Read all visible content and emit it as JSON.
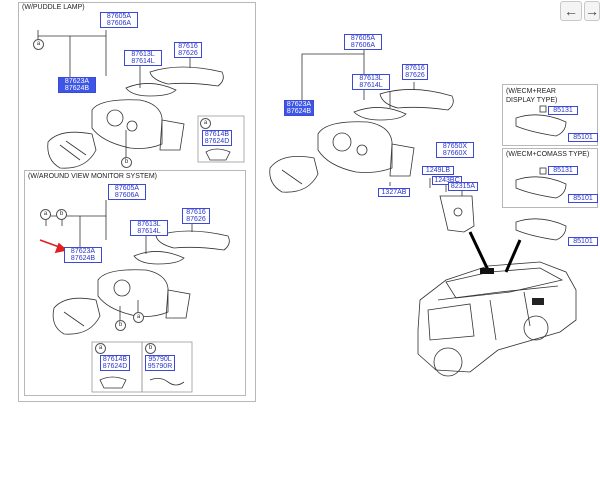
{
  "nav": {
    "prev": "←",
    "next": "→"
  },
  "sections": {
    "puddle": "(W/PUDDLE LAMP)",
    "avm": "(W/AROUND VIEW MONITOR SYSTEM)",
    "ecm_rear": "(W/ECM+REAR\nDISPLAY TYPE)",
    "ecm_compass": "(W/ECM+COMASS TYPE)"
  },
  "parts": {
    "a1": [
      "87605A",
      "87606A"
    ],
    "a2": [
      "87613L",
      "87614L"
    ],
    "a3": [
      "87616",
      "87626"
    ],
    "a4": [
      "87623A",
      "87624B"
    ],
    "a5": [
      "87614B",
      "87624D"
    ],
    "b1": [
      "87605A",
      "87606A"
    ],
    "b2": [
      "87613L",
      "87614L"
    ],
    "b3": [
      "87616",
      "87626"
    ],
    "b4": [
      "87623A",
      "87624B"
    ],
    "b5": [
      "87614B",
      "87624D"
    ],
    "b6": [
      "95790L",
      "95790R"
    ],
    "c1": [
      "87605A",
      "87606A"
    ],
    "c2": [
      "87613L",
      "87614L"
    ],
    "c3": [
      "87616",
      "87626"
    ],
    "c4": [
      "87623A",
      "87624B"
    ],
    "c5": [
      "87650X",
      "87660X"
    ],
    "c6": [
      "1249LB"
    ],
    "c7": [
      "1243BC"
    ],
    "c8": [
      "82315A"
    ],
    "c9": [
      "1327AB"
    ],
    "d1": [
      "85131"
    ],
    "d2": [
      "85101"
    ],
    "d3": [
      "85131"
    ],
    "d4": [
      "85101"
    ],
    "d5": [
      "85101"
    ]
  },
  "callouts": {
    "a": "a",
    "b": "b"
  }
}
